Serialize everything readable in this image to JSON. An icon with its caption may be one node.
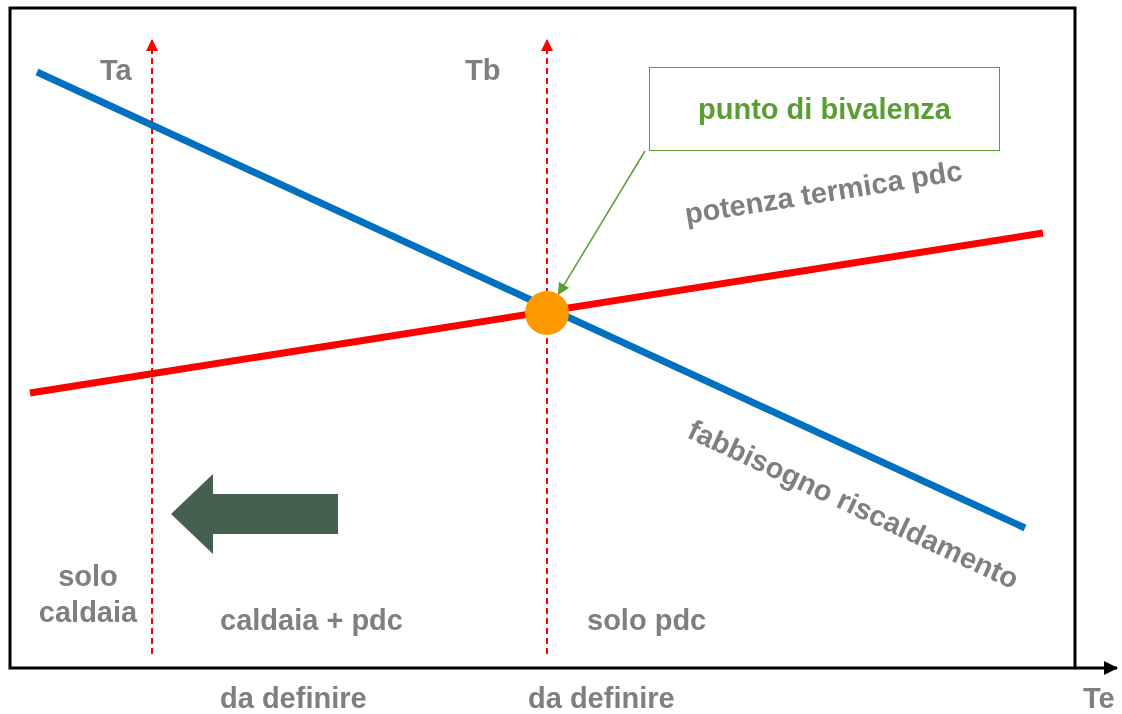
{
  "diagram": {
    "nodes": [
      {
        "text": [
          "punto di bivalenza"
        ]
      },
      {
        "text": [],
        "shape": "circle"
      }
    ],
    "edges": [
      {
        "from": 0,
        "to": 1,
        "arrow": "to",
        "color": "#5a9e32"
      }
    ],
    "labels": [
      "Ta",
      "Tb",
      "potenza termica pdc",
      "fabbisogno riscaldamento",
      "solo caldaia",
      "caldaia + pdc",
      "solo pdc",
      "da definire",
      "da definire",
      "Te"
    ]
  }
}
